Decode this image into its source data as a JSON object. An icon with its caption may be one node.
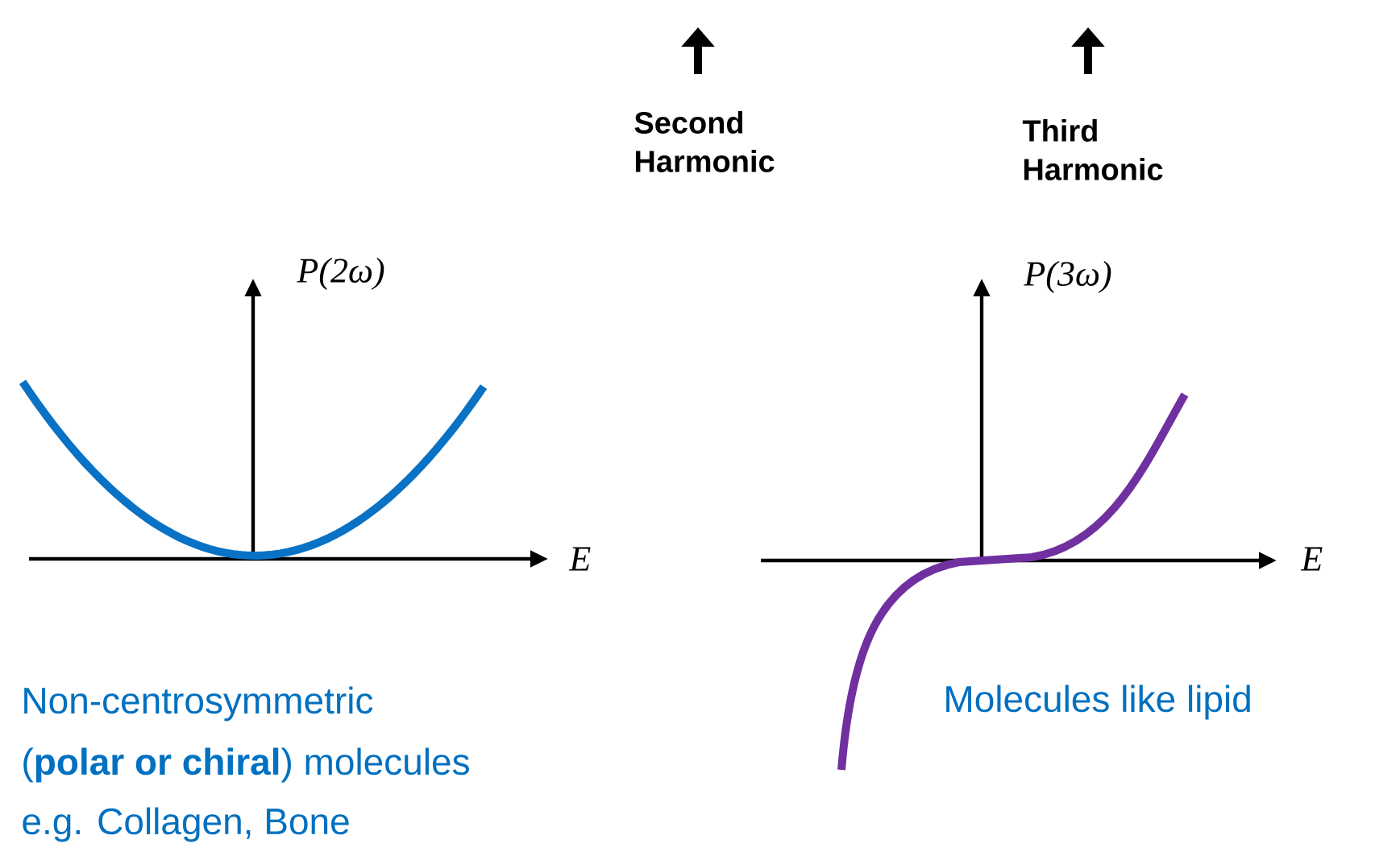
{
  "diagram": {
    "labels": [
      "Second Harmonic",
      "Third Harmonic",
      "P(2ω)",
      "E",
      "P(3ω)",
      "E",
      "Non-centrosymmetric",
      "(**polar or chiral**) molecules",
      "e.g. Collagen, Bone",
      "Molecules like lipid"
    ]
  }
}
